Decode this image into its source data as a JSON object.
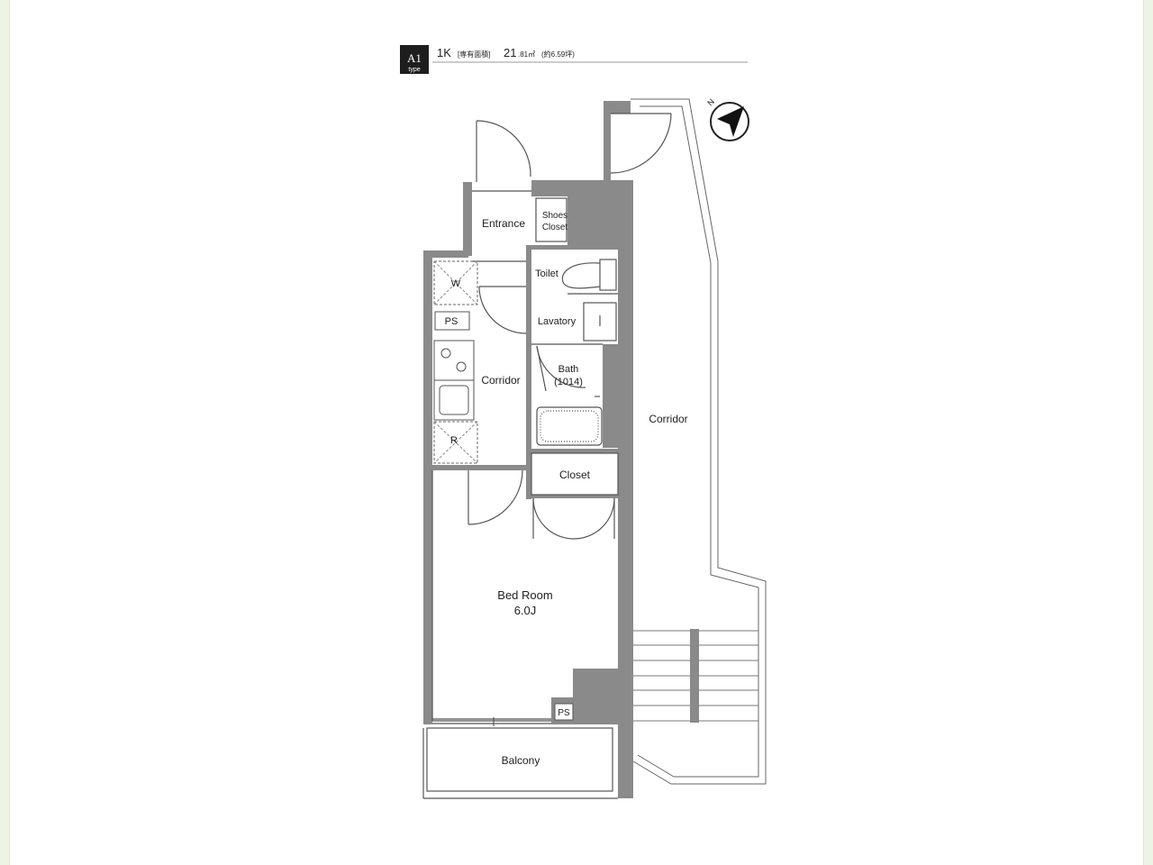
{
  "header": {
    "type_badge_top": "A1",
    "type_badge_bottom": "type",
    "layout": "1K",
    "area_label": "[専有面積]",
    "area_value": "21",
    "area_decimal": ".81㎡",
    "area_tsubo": "(約6.59坪)"
  },
  "rooms": {
    "entrance": "Entrance",
    "shoes_closet_line1": "Shoes",
    "shoes_closet_line2": "Closet",
    "toilet": "Toilet",
    "washer": "W",
    "ps_upper": "PS",
    "lavatory": "Lavatory",
    "corridor_inner": "Corridor",
    "bath_line1": "Bath",
    "bath_line2": "(1014)",
    "fridge": "R",
    "closet": "Closet",
    "corridor_outer": "Corridor",
    "bedroom_line1": "Bed Room",
    "bedroom_line2": "6.0J",
    "ps_lower": "PS",
    "balcony": "Balcony"
  },
  "compass": {
    "north_label": "N"
  },
  "colors": {
    "wall": "#8a8a8a",
    "line": "#555555",
    "background": "#ffffff"
  }
}
